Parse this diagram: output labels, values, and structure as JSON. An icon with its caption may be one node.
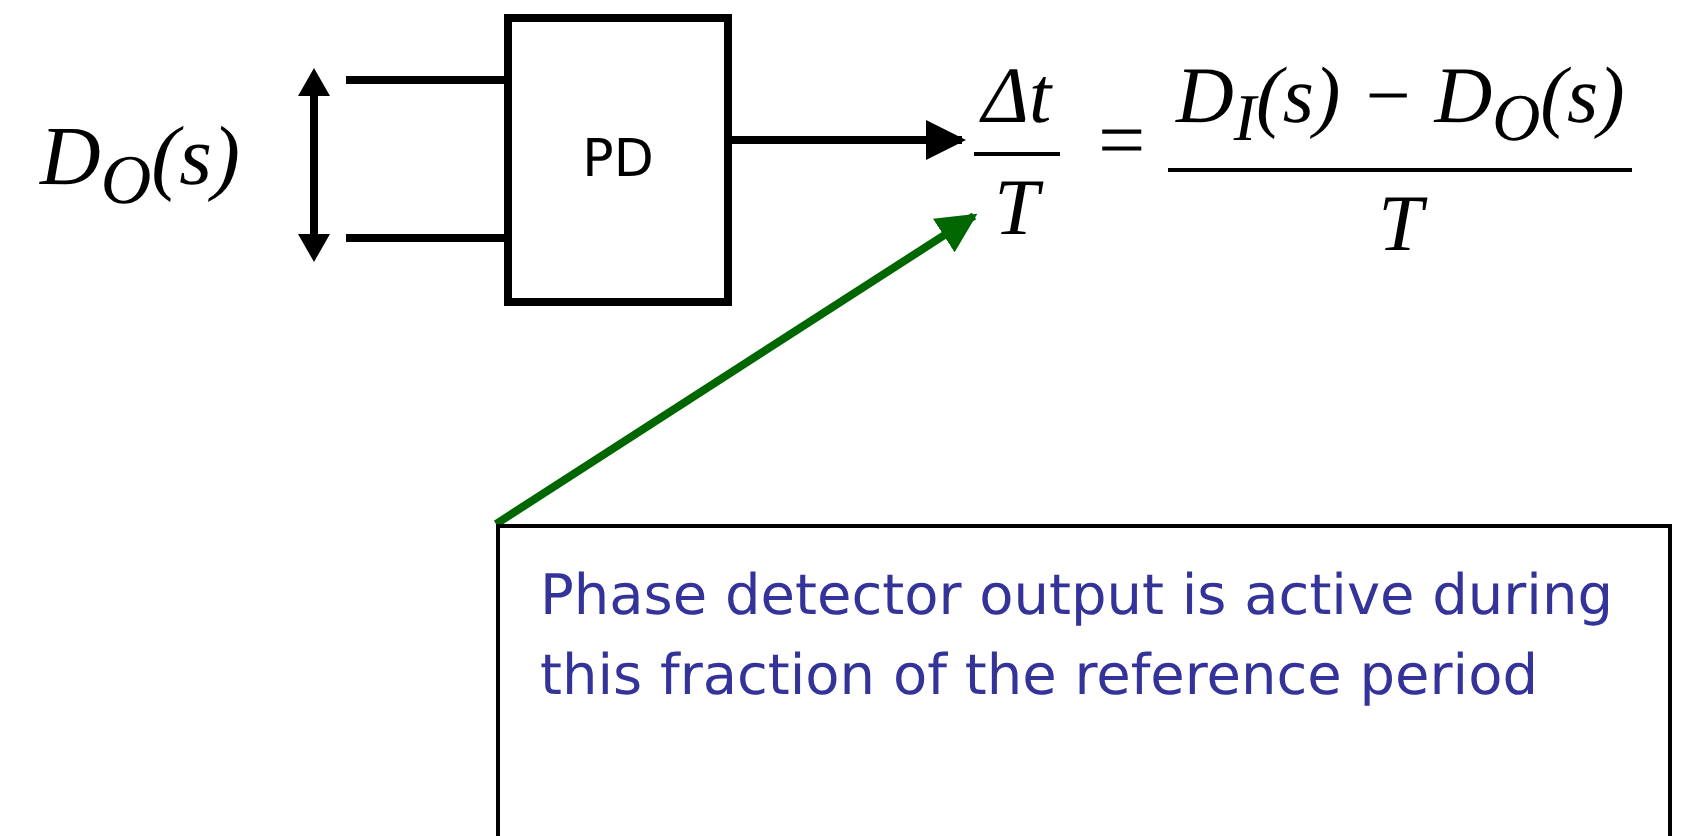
{
  "diagram": {
    "nodes": [
      {
        "text": [
          "PD"
        ]
      },
      {
        "text": [
          "Δt",
          "T"
        ]
      },
      {
        "text": [
          "Phase detector output is active during this fraction of the reference period"
        ]
      }
    ],
    "edges": [
      {
        "from": null,
        "to": 0,
        "arrow": "none"
      },
      {
        "from": null,
        "to": 0,
        "arrow": "none"
      },
      {
        "from": 0,
        "to": 1,
        "arrow": "to"
      },
      {
        "from": 2,
        "to": 1,
        "arrow": "to",
        "color": "#006600"
      }
    ],
    "labels": [
      "D$_{O}$(s)",
      "=",
      "D$_{I}$(s) − D$_{O}$(s)",
      "T"
    ]
  }
}
